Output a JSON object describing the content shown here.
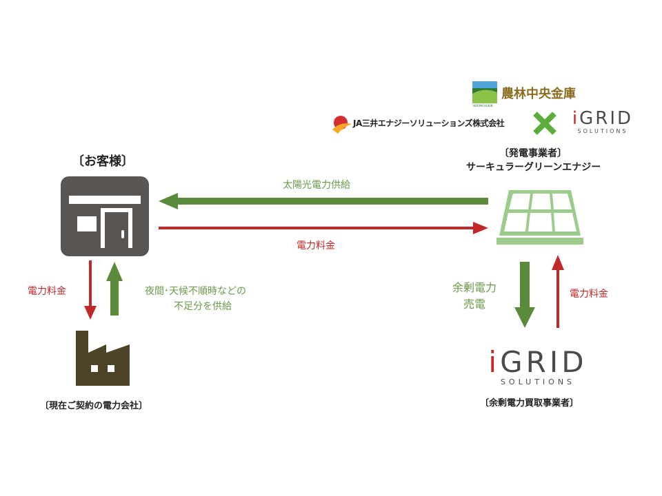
{
  "partners": {
    "norinchukin_name": "農林中央金庫",
    "norinchukin_small": "NORINCHUKIN",
    "ja_mitsui_name": "JA三井エナジーソリューションズ株式会社",
    "cross_symbol": "✕"
  },
  "igrid_logo": {
    "letter_i": "i",
    "word": "GRID",
    "sub": "SOLUTIONS"
  },
  "customer": {
    "label": "〔お客様〕"
  },
  "generator": {
    "label_line1": "〔発電事業者〕",
    "label_line2": "サーキュラーグリーンエナジー"
  },
  "utility": {
    "label": "〔現在ご契約の電力会社〕"
  },
  "surplus_buyer": {
    "label": "〔余剰電力買取事業者〕"
  },
  "flows": {
    "solar_supply": "太陽光電力供給",
    "fee_to_generator": "電力料金",
    "fee_to_utility": "電力料金",
    "shortfall_line1": "夜間･天候不順時などの",
    "shortfall_line2": "不足分を供給",
    "surplus_line1": "余剰電力",
    "surplus_line2": "売電",
    "fee_from_buyer": "電力料金"
  },
  "colors": {
    "green_arrow": "#5b8a3a",
    "red_arrow": "#c0282a",
    "building_gray": "#585552",
    "factory_brown": "#4d4427",
    "panel_green": "#9ccc8c"
  }
}
